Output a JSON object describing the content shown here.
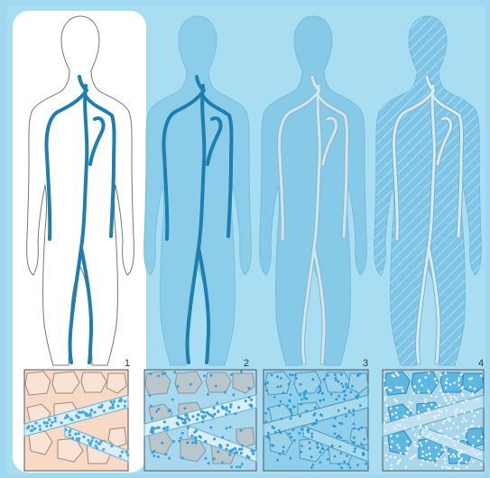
{
  "panels": [
    {
      "number": "1",
      "state": "vessels visible, tissue unstained",
      "background": "#ffffff",
      "body_fill": "#ffffff",
      "vessel_color": "#1d7fb0",
      "cell_fill": "#f7d9c6",
      "dot_color": "#4aa9d8"
    },
    {
      "number": "2",
      "state": "contrast in vessels, spreading into tissue",
      "background": "#a9ddf2",
      "body_fill": "#8ccde9",
      "vessel_color": "#1d7fb0",
      "cell_fill": "#b9c6cc",
      "dot_color": "#3aa0d6"
    },
    {
      "number": "3",
      "state": "contrast distributed in tissue",
      "background": "#a9ddf2",
      "body_fill": "#87cae8",
      "vessel_color": "#cfe6ef",
      "cell_fill": "#9ad2ea",
      "dot_color": "#2f99d2"
    },
    {
      "number": "4",
      "state": "contrast taken up by cells",
      "background": "#a9ddf2",
      "body_fill": "#7fc5e6",
      "vessel_color": "#d6ebf3",
      "cell_fill": "#5cb7e2",
      "dot_color": "#e9f6fc"
    }
  ],
  "colors": {
    "frame": "#6bbfe6",
    "outline": "#777777",
    "hatch": "#a4d7ef"
  }
}
